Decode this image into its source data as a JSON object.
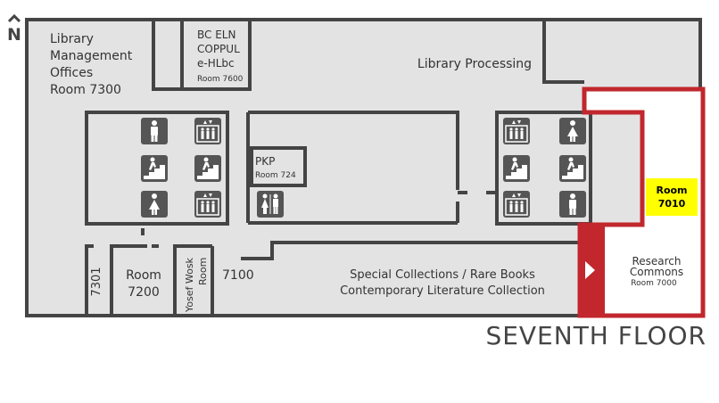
{
  "north": "N",
  "floor_title": "SEVENTH FLOOR",
  "rooms": {
    "management": [
      "Library",
      "Management",
      "Offices",
      "Room 7300"
    ],
    "bceln": [
      "BC ELN",
      "COPPUL",
      "e-HLbc",
      "Room 7600"
    ],
    "processing": "Library Processing",
    "pkp": [
      "PKP",
      "Room 724"
    ],
    "r7010": [
      "Room",
      "7010"
    ],
    "research": [
      "Research",
      "Commons",
      "Room 7000"
    ],
    "special": [
      "Special Collections / Rare Books",
      "Contemporary Literature Collection"
    ],
    "r7301": "7301",
    "r7200": [
      "Room",
      "7200"
    ],
    "wosk": [
      "Yosef Wosk",
      "Room"
    ],
    "r7100": "7100"
  },
  "icons": {
    "west_core": [
      "man-restroom-icon",
      "elevator-icon",
      "stairs-icon",
      "stairs-icon",
      "woman-restroom-icon",
      "elevator-icon"
    ],
    "east_core": [
      "elevator-icon",
      "woman-restroom-icon",
      "stairs-icon",
      "stairs-icon",
      "elevator-icon",
      "man-restroom-icon"
    ],
    "pkp": "restrooms-icon"
  },
  "colors": {
    "floor_fill": "#e3e3e3",
    "wall": "#444444",
    "highlight": "#c1272d",
    "room_7010": "#ffff00"
  }
}
